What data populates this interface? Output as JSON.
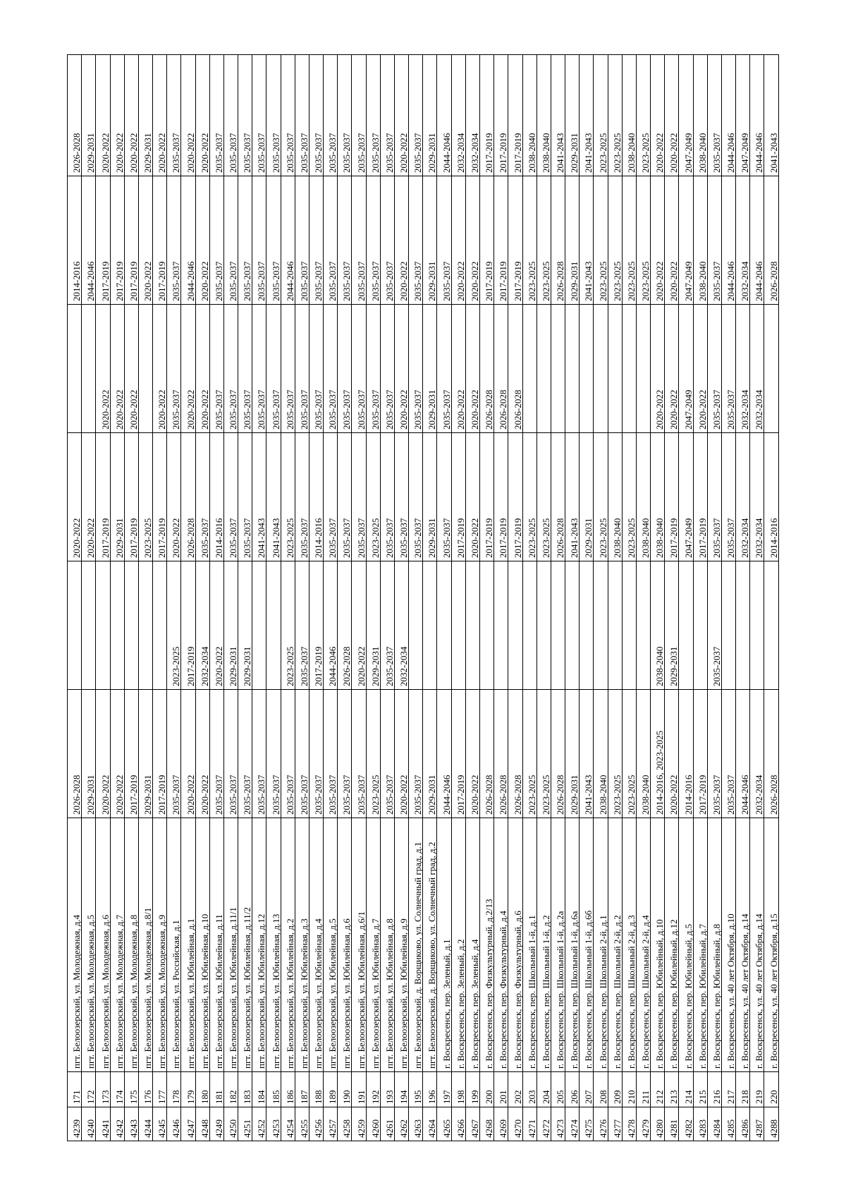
{
  "rows": [
    [
      "4239",
      "171",
      "пгт. Белоозерский, ул. Молодежная, д.4",
      "2026-2028",
      "",
      "2020-2022",
      "",
      "2014-2016",
      "2026-2028"
    ],
    [
      "4240",
      "172",
      "пгт. Белоозерский, ул. Молодежная, д.5",
      "2029-2031",
      "",
      "2020-2022",
      "",
      "2044-2046",
      "2029-2031"
    ],
    [
      "4241",
      "173",
      "пгт. Белоозерский, ул. Молодежная, д.6",
      "2020-2022",
      "",
      "2017-2019",
      "2020-2022",
      "2017-2019",
      "2020-2022"
    ],
    [
      "4242",
      "174",
      "пгт. Белоозерский, ул. Молодежная, д.7",
      "2020-2022",
      "",
      "2029-2031",
      "2020-2022",
      "2017-2019",
      "2020-2022"
    ],
    [
      "4243",
      "175",
      "пгт. Белоозерский, ул. Молодежная, д.8",
      "2017-2019",
      "",
      "2017-2019",
      "2020-2022",
      "2017-2019",
      "2020-2022"
    ],
    [
      "4244",
      "176",
      "пгт. Белоозерский, ул. Молодежная, д.8/1",
      "2029-2031",
      "",
      "2023-2025",
      "",
      "2020-2022",
      "2029-2031"
    ],
    [
      "4245",
      "177",
      "пгт. Белоозерский, ул. Молодежная, д.9",
      "2017-2019",
      "",
      "2017-2019",
      "2020-2022",
      "2017-2019",
      "2020-2022"
    ],
    [
      "4246",
      "178",
      "пгт. Белоозерский, ул. Российская, д.1",
      "2035-2037",
      "2023-2025",
      "2020-2022",
      "2035-2037",
      "2035-2037",
      "2035-2037"
    ],
    [
      "4247",
      "179",
      "пгт. Белоозерский, ул. Юбилейная, д.1",
      "2020-2022",
      "2017-2019",
      "2026-2028",
      "2020-2022",
      "2044-2046",
      "2020-2022"
    ],
    [
      "4248",
      "180",
      "пгт. Белоозерский, ул. Юбилейная, д.10",
      "2020-2022",
      "2032-2034",
      "2035-2037",
      "2020-2022",
      "2020-2022",
      "2020-2022"
    ],
    [
      "4249",
      "181",
      "пгт. Белоозерский, ул. Юбилейная, д.11",
      "2035-2037",
      "2020-2022",
      "2014-2016",
      "2035-2037",
      "2035-2037",
      "2035-2037"
    ],
    [
      "4250",
      "182",
      "пгт. Белоозерский, ул. Юбилейная, д.11/1",
      "2035-2037",
      "2029-2031",
      "2035-2037",
      "2035-2037",
      "2035-2037",
      "2035-2037"
    ],
    [
      "4251",
      "183",
      "пгт. Белоозерский, ул. Юбилейная, д.11/2",
      "2035-2037",
      "2029-2031",
      "2035-2037",
      "2035-2037",
      "2035-2037",
      "2035-2037"
    ],
    [
      "4252",
      "184",
      "пгт. Белоозерский, ул. Юбилейная, д.12",
      "2035-2037",
      "",
      "2041-2043",
      "2035-2037",
      "2035-2037",
      "2035-2037"
    ],
    [
      "4253",
      "185",
      "пгт. Белоозерский, ул. Юбилейная, д.13",
      "2035-2037",
      "",
      "2041-2043",
      "2035-2037",
      "2035-2037",
      "2035-2037"
    ],
    [
      "4254",
      "186",
      "пгт. Белоозерский, ул. Юбилейная, д.2",
      "2035-2037",
      "2023-2025",
      "2023-2025",
      "2035-2037",
      "2044-2046",
      "2035-2037"
    ],
    [
      "4255",
      "187",
      "пгт. Белоозерский, ул. Юбилейная, д.3",
      "2035-2037",
      "2035-2037",
      "2035-2037",
      "2035-2037",
      "2035-2037",
      "2035-2037"
    ],
    [
      "4256",
      "188",
      "пгт. Белоозерский, ул. Юбилейная, д.4",
      "2035-2037",
      "2017-2019",
      "2014-2016",
      "2035-2037",
      "2035-2037",
      "2035-2037"
    ],
    [
      "4257",
      "189",
      "пгт. Белоозерский, ул. Юбилейная, д.5",
      "2035-2037",
      "2044-2046",
      "2035-2037",
      "2035-2037",
      "2035-2037",
      "2035-2037"
    ],
    [
      "4258",
      "190",
      "пгт. Белоозерский, ул. Юбилейная, д.6",
      "2035-2037",
      "2026-2028",
      "2035-2037",
      "2035-2037",
      "2035-2037",
      "2035-2037"
    ],
    [
      "4259",
      "191",
      "пгт. Белоозерский, ул. Юбилейная, д.6/1",
      "2035-2037",
      "2020-2022",
      "2035-2037",
      "2035-2037",
      "2035-2037",
      "2035-2037"
    ],
    [
      "4260",
      "192",
      "пгт. Белоозерский, ул. Юбилейная, д.7",
      "2023-2025",
      "2029-2031",
      "2023-2025",
      "2035-2037",
      "2035-2037",
      "2035-2037"
    ],
    [
      "4261",
      "193",
      "пгт. Белоозерский, ул. Юбилейная, д.8",
      "2035-2037",
      "2035-2037",
      "2035-2037",
      "2035-2037",
      "2035-2037",
      "2035-2037"
    ],
    [
      "4262",
      "194",
      "пгт. Белоозерский, ул. Юбилейная, д.9",
      "2020-2022",
      "2032-2034",
      "2035-2037",
      "2020-2022",
      "2020-2022",
      "2020-2022"
    ],
    [
      "4263",
      "195",
      "пгт. Белоозерский, д. Ворщиково, ул. Солнечный град, д.1",
      "2035-2037",
      "",
      "2035-2037",
      "2035-2037",
      "2035-2037",
      "2035-2037"
    ],
    [
      "4264",
      "196",
      "пгт. Белоозерский, д. Ворщиково, ул. Солнечный град, д.2",
      "2029-2031",
      "",
      "2029-2031",
      "2029-2031",
      "2029-2031",
      "2029-2031"
    ],
    [
      "4265",
      "197",
      "г. Воскресенск, пер. Зеленый, д.1",
      "2044-2046",
      "",
      "2035-2037",
      "2035-2037",
      "2035-2037",
      "2044-2046"
    ],
    [
      "4266",
      "198",
      "г. Воскресенск, пер. Зеленый, д.2",
      "2017-2019",
      "",
      "2017-2019",
      "2020-2022",
      "2020-2022",
      "2032-2034"
    ],
    [
      "4267",
      "199",
      "г. Воскресенск, пер. Зеленый, д.4",
      "2020-2022",
      "",
      "2020-2022",
      "2020-2022",
      "2020-2022",
      "2032-2034"
    ],
    [
      "4268",
      "200",
      "г. Воскресенск, пер. Физкультурный, д.2/13",
      "2026-2028",
      "",
      "2017-2019",
      "2026-2028",
      "2017-2019",
      "2017-2019"
    ],
    [
      "4269",
      "201",
      "г. Воскресенск, пер. Физкультурный, д.4",
      "2026-2028",
      "",
      "2017-2019",
      "2026-2028",
      "2017-2019",
      "2017-2019"
    ],
    [
      "4270",
      "202",
      "г. Воскресенск, пер. Физкультурный, д.6",
      "2026-2028",
      "",
      "2017-2019",
      "2026-2028",
      "2017-2019",
      "2017-2019"
    ],
    [
      "4271",
      "203",
      "г. Воскресенск, пер. Школьный 1-й, д.1",
      "2023-2025",
      "",
      "2023-2025",
      "",
      "2023-2025",
      "2038-2040"
    ],
    [
      "4272",
      "204",
      "г. Воскресенск, пер. Школьный 1-й, д.2",
      "2023-2025",
      "",
      "2023-2025",
      "",
      "2023-2025",
      "2038-2040"
    ],
    [
      "4273",
      "205",
      "г. Воскресенск, пер. Школьный 1-й, д.2а",
      "2026-2028",
      "",
      "2026-2028",
      "",
      "2026-2028",
      "2041-2043"
    ],
    [
      "4274",
      "206",
      "г. Воскресенск, пер. Школьный 1-й, д.6а",
      "2029-2031",
      "",
      "2041-2043",
      "",
      "2029-2031",
      "2029-2031"
    ],
    [
      "4275",
      "207",
      "г. Воскресенск, пер. Школьный 1-й, д.6б",
      "2041-2043",
      "",
      "2029-2031",
      "",
      "2041-2043",
      "2041-2043"
    ],
    [
      "4276",
      "208",
      "г. Воскресенск, пер. Школьный 2-й, д.1",
      "2038-2040",
      "",
      "2023-2025",
      "",
      "2023-2025",
      "2023-2025"
    ],
    [
      "4277",
      "209",
      "г. Воскресенск, пер. Школьный 2-й, д.2",
      "2023-2025",
      "",
      "2038-2040",
      "",
      "2023-2025",
      "2023-2025"
    ],
    [
      "4278",
      "210",
      "г. Воскресенск, пер. Школьный 2-й, д.3",
      "2023-2025",
      "",
      "2023-2025",
      "",
      "2023-2025",
      "2038-2040"
    ],
    [
      "4279",
      "211",
      "г. Воскресенск, пер. Школьный 2-й, д.4",
      "2038-2040",
      "",
      "2038-2040",
      "",
      "2023-2025",
      "2023-2025"
    ],
    [
      "4280",
      "212",
      "г. Воскресенск, пер. Юбилейный, д.10",
      "2014-2016, 2023-2025",
      "2038-2040",
      "2038-2040",
      "2020-2022",
      "2020-2022",
      "2020-2022"
    ],
    [
      "4281",
      "213",
      "г. Воскресенск, пер. Юбилейный, д.12",
      "2020-2022",
      "2029-2031",
      "2017-2019",
      "2020-2022",
      "2020-2022",
      "2020-2022"
    ],
    [
      "4282",
      "214",
      "г. Воскресенск, пер. Юбилейный, д.5",
      "2014-2016",
      "",
      "2047-2049",
      "2047-2049",
      "2047-2049",
      "2047-2049"
    ],
    [
      "4283",
      "215",
      "г. Воскресенск, пер. Юбилейный, д.7",
      "2017-2019",
      "",
      "2017-2019",
      "2020-2022",
      "2038-2040",
      "2038-2040"
    ],
    [
      "4284",
      "216",
      "г. Воскресенск, пер. Юбилейный, д.8",
      "2035-2037",
      "2035-2037",
      "2035-2037",
      "2035-2037",
      "2035-2037",
      "2035-2037"
    ],
    [
      "4285",
      "217",
      "г. Воскресенск, ул. 40 лет Октября, д.10",
      "2035-2037",
      "",
      "2035-2037",
      "2035-2037",
      "2044-2046",
      "2044-2046"
    ],
    [
      "4286",
      "218",
      "г. Воскресенск, ул. 40 лет Октября, д.14",
      "2044-2046",
      "",
      "2032-2034",
      "2032-2034",
      "2032-2034",
      "2047-2049"
    ],
    [
      "4287",
      "219",
      "г. Воскресенск, ул. 40 лет Октября, д.14",
      "2032-2034",
      "",
      "2032-2034",
      "2032-2034",
      "2044-2046",
      "2044-2046"
    ],
    [
      "4288",
      "220",
      "г. Воскресенск, ул. 40 лет Октября, д.15",
      "2026-2028",
      "",
      "2014-2016",
      "",
      "2026-2028",
      "2041-2043"
    ]
  ]
}
